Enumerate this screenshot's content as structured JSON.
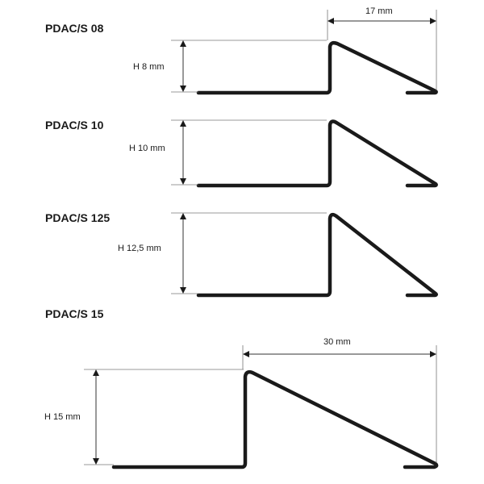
{
  "profiles": [
    {
      "title": "PDAC/S 08",
      "height_label": "H 8 mm",
      "width_label": "17 mm"
    },
    {
      "title": "PDAC/S 10",
      "height_label": "H 10 mm",
      "width_label": ""
    },
    {
      "title": "PDAC/S 125",
      "height_label": "H 12,5 mm",
      "width_label": ""
    },
    {
      "title": "PDAC/S 15",
      "height_label": "H 15 mm",
      "width_label": "30 mm"
    }
  ],
  "colors": {
    "stroke": "#1a1a1a",
    "background": "#ffffff"
  }
}
